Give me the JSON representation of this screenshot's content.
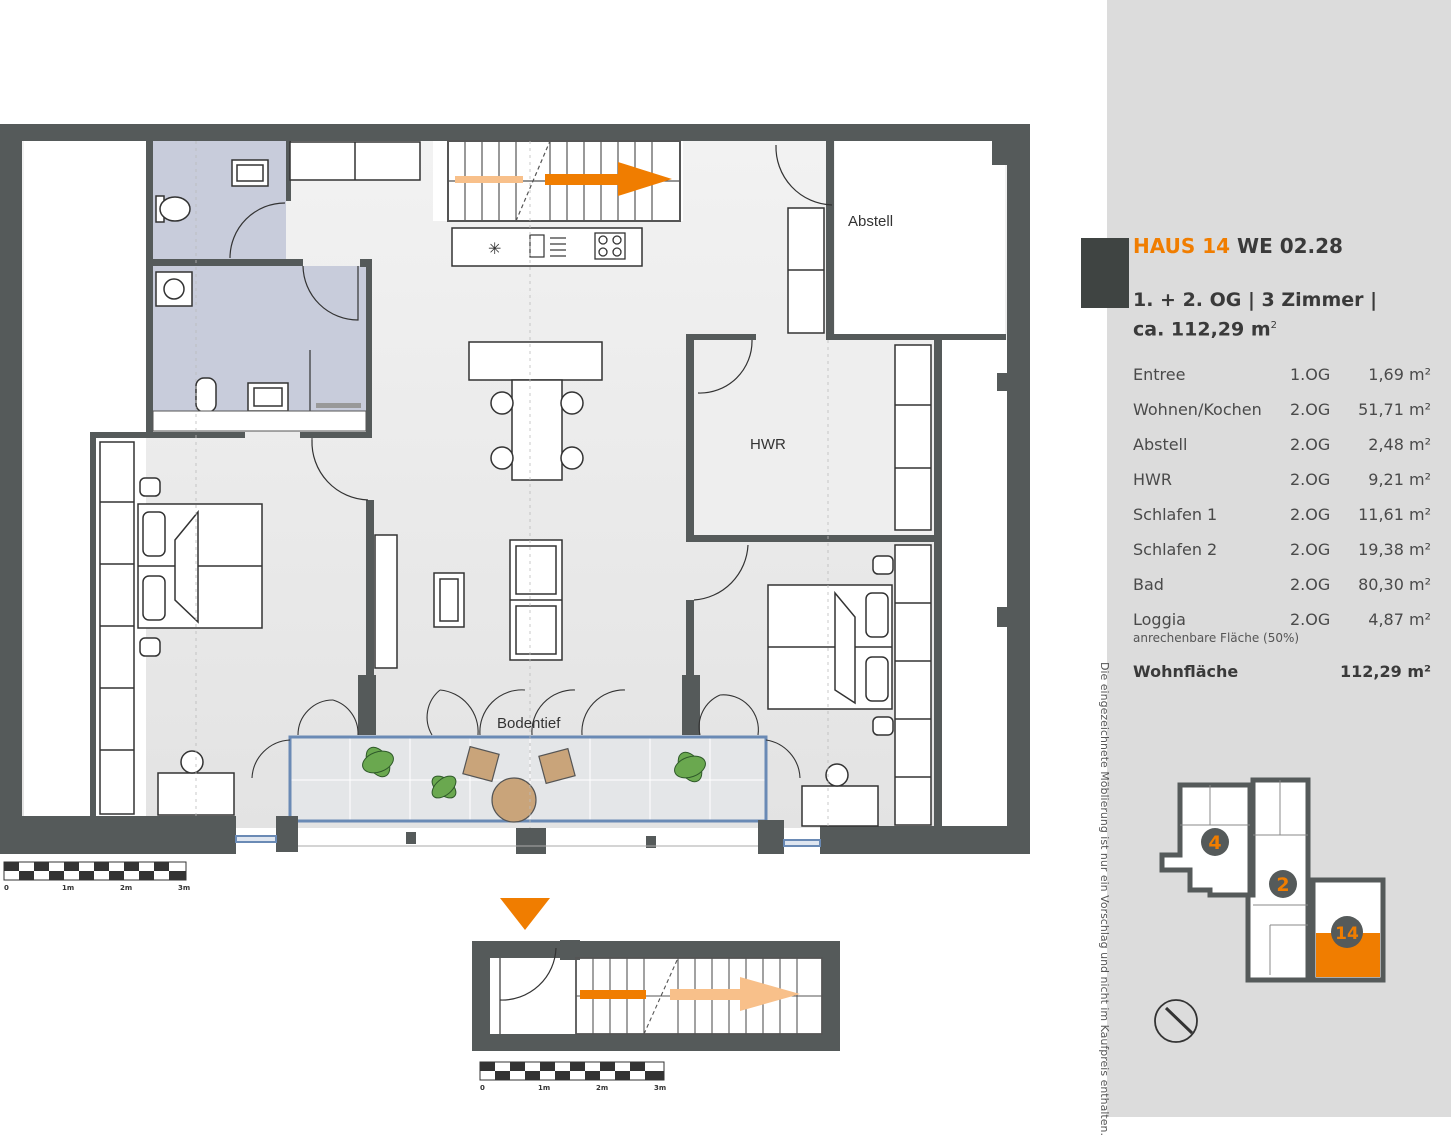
{
  "header": {
    "haus_label": "HAUS 14",
    "unit_label": "WE 02.28",
    "floors_rooms": "1. + 2. OG | 3 Zimmer |",
    "area_prefix": "ca. 112,29 m",
    "area_sup": "2"
  },
  "rooms": [
    {
      "name": "Entree",
      "floor": "1.OG",
      "area": "1,69 m²"
    },
    {
      "name": "Wohnen/Kochen",
      "floor": "2.OG",
      "area": "51,71 m²"
    },
    {
      "name": "Abstell",
      "floor": "2.OG",
      "area": "2,48 m²"
    },
    {
      "name": "HWR",
      "floor": "2.OG",
      "area": "9,21 m²"
    },
    {
      "name": "Schlafen 1",
      "floor": "2.OG",
      "area": "11,61 m²"
    },
    {
      "name": "Schlafen 2",
      "floor": "2.OG",
      "area": "19,38 m²"
    },
    {
      "name": "Bad",
      "floor": "2.OG",
      "area": "80,30 m²"
    },
    {
      "name": "Loggia",
      "floor": "2.OG",
      "area": "4,87 m²"
    }
  ],
  "loggia_note": "anrechenbare Fläche (50%)",
  "total": {
    "label": "Wohnfläche",
    "value": "112,29 m²"
  },
  "disclaimer": "Die eingezeichnete Möblierung ist nur ein Vorschlag und nicht im Kaufpreis enthalten.",
  "plan_labels": {
    "abstell": "Abstell",
    "hwr": "HWR",
    "bodentief": "Bodentief"
  },
  "scale": {
    "labels": [
      "0",
      "1m",
      "2m",
      "3m"
    ]
  },
  "keyplan": {
    "house_numbers": [
      "4",
      "2",
      "14"
    ]
  },
  "colors": {
    "accent": "#f07d00",
    "wall": "#555a5a",
    "bath": "#c8ccdb",
    "panel": "#dcdcdc",
    "label_box": "#3f4442"
  }
}
